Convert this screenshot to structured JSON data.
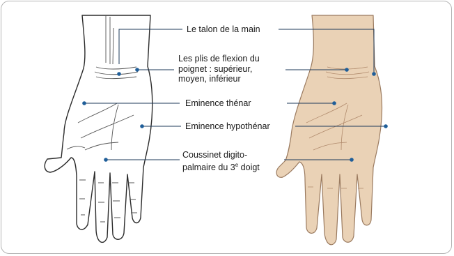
{
  "labels": {
    "heel": "Le talon de la main",
    "creases_line1": "Les plis de flexion du",
    "creases_line2": "poignet : supérieur,",
    "creases_line3": "moyen, inférieur",
    "thenar": "Eminence thénar",
    "hypothenar": "Eminence hypothénar",
    "pad_line1": "Coussinet digito-",
    "pad_line2_prefix": "palmaire du 3",
    "pad_line2_sup": "e",
    "pad_line2_suffix": " doigt"
  },
  "colors": {
    "callout_dot": "#1f5e99",
    "callout_line": "#1e3a5a",
    "skin": "#ead2b6",
    "frame": "#b3b3b3"
  }
}
